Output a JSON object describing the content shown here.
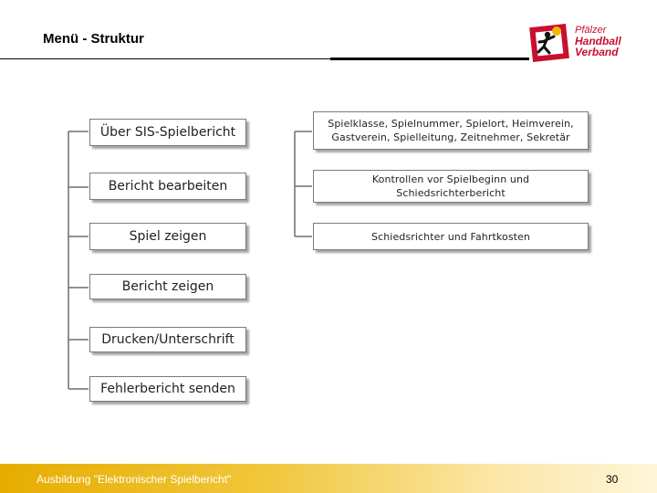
{
  "title": "Menü - Struktur",
  "logo": {
    "line1": "Pfälzer",
    "line2": "Handball",
    "line3": "Verband",
    "icon": "handball-player-icon",
    "colors": {
      "red": "#c8102e",
      "yellow": "#f2b705",
      "black": "#111111"
    }
  },
  "menu": {
    "items": [
      {
        "label": "Über SIS-Spielbericht"
      },
      {
        "label": "Bericht bearbeiten"
      },
      {
        "label": "Spiel zeigen"
      },
      {
        "label": "Bericht zeigen"
      },
      {
        "label": "Drucken/Unterschrift"
      },
      {
        "label": "Fehlerbericht senden"
      }
    ],
    "submenu": [
      {
        "label": "Spielklasse, Spielnummer, Spielort, Heimverein, Gastverein, Spielleitung, Zeitnehmer, Sekretär"
      },
      {
        "label": "Kontrollen vor Spielbeginn und Schiedsrichterbericht"
      },
      {
        "label": "Schiedsrichter und Fahrtkosten"
      }
    ]
  },
  "footer": {
    "label": "Ausbildung \"Elektronischer Spielbericht\"",
    "page_number": "30",
    "color": "#e6ad00"
  }
}
